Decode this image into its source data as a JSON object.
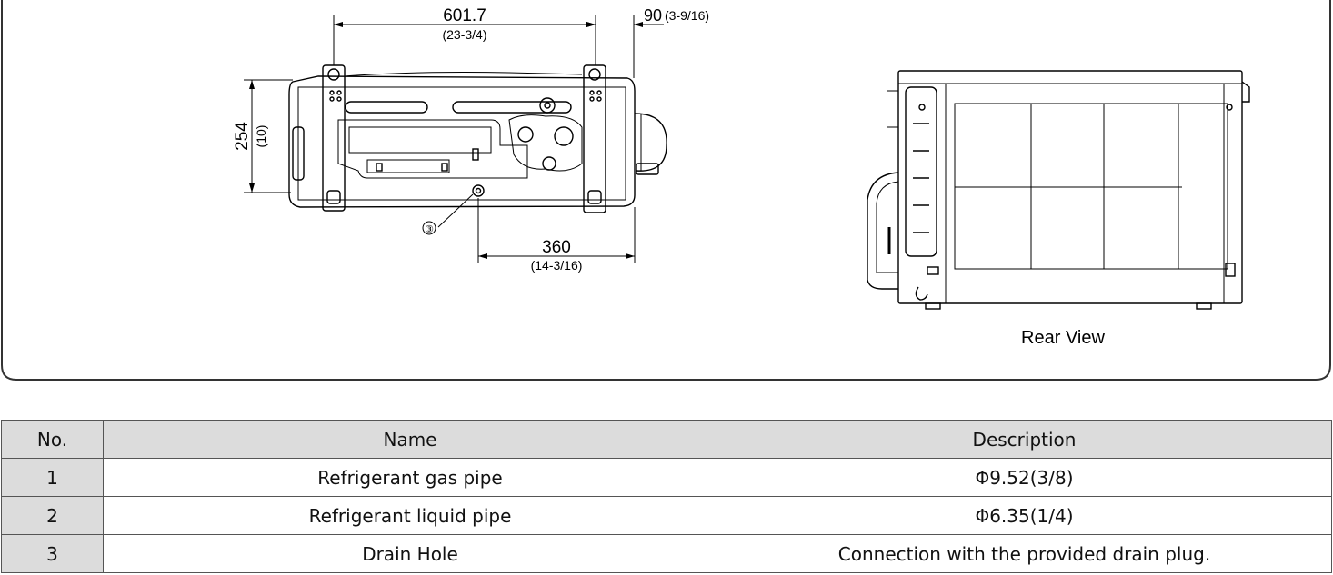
{
  "drawing": {
    "dim_top_width": "601.7",
    "dim_top_width_in": "(23-3/4)",
    "dim_right_offset": "90",
    "dim_right_offset_in": "(3-9/16)",
    "dim_height": "254",
    "dim_height_in": "(10)",
    "dim_drain": "360",
    "dim_drain_in": "(14-3/16)",
    "callout_drain": "③",
    "rear_view_label": "Rear View"
  },
  "table": {
    "headers": {
      "no": "No.",
      "name": "Name",
      "description": "Description"
    },
    "rows": [
      {
        "no": "1",
        "name": "Refrigerant gas pipe",
        "description": "Φ9.52(3/8)"
      },
      {
        "no": "2",
        "name": "Refrigerant liquid pipe",
        "description": "Φ6.35(1/4)"
      },
      {
        "no": "3",
        "name": "Drain Hole",
        "description": "Connection with the provided drain plug."
      }
    ]
  },
  "colors": {
    "line": "#000000",
    "panel_border": "#333333",
    "header_bg": "#dcdcdc"
  }
}
